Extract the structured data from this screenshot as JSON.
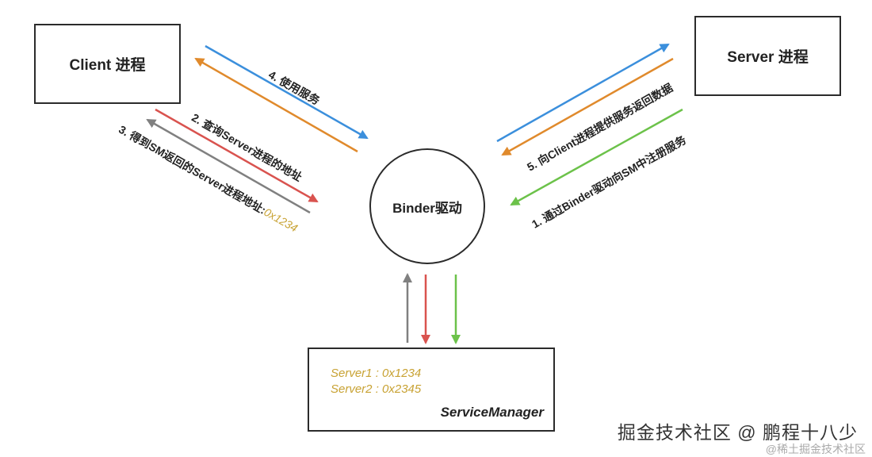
{
  "nodes": {
    "client": "Client 进程",
    "server": "Server 进程",
    "binder": "Binder驱动",
    "service_manager": {
      "title": "ServiceManager",
      "entries": [
        "Server1 : 0x1234",
        "Server2 : 0x2345"
      ]
    }
  },
  "edges": {
    "use_service": "4. 使用服务",
    "query_address": "2. 查询Server进程的地址",
    "get_address_prefix": "3. 得到SM返回的Server进程地址:",
    "get_address_value": "0x1234",
    "provide_service": "5. 向Client进程提供服务返回数据",
    "register": "1. 通过Binder驱动向SM中注册服务"
  },
  "colors": {
    "blue": "#3b8fdc",
    "orange": "#e08a2c",
    "red": "#d9534f",
    "gray": "#808080",
    "green": "#6cc24a",
    "highlight": "#c8a233"
  },
  "watermark": {
    "main": "掘金技术社区 @ 鹏程十八少",
    "sub": "@稀土掘金技术社区"
  }
}
